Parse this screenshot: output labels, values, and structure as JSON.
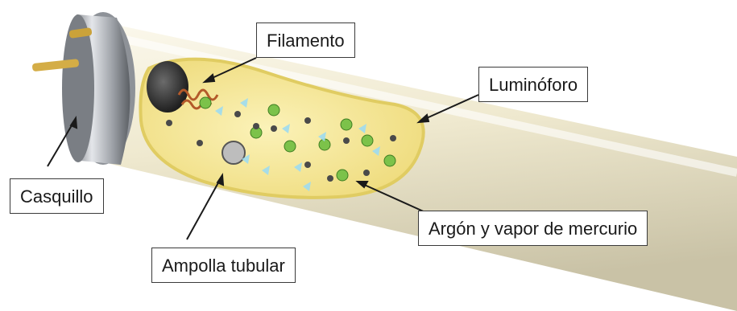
{
  "labels": {
    "filamento": "Filamento",
    "luminoforo": "Luminóforo",
    "casquillo": "Casquillo",
    "ampolla": "Ampolla tubular",
    "argon": "Argón y vapor de mercurio"
  },
  "colors": {
    "tube": "#efe9cf",
    "phosphor_fill": "#f6ea9e",
    "mercury_dot": "#7cc24a",
    "argon_dot": "#4a4a4a",
    "electron_glow": "#9fdcf0",
    "filament": "#b35a2a",
    "cap_metal": "#b8bcc2",
    "pins": "#caa23a"
  }
}
